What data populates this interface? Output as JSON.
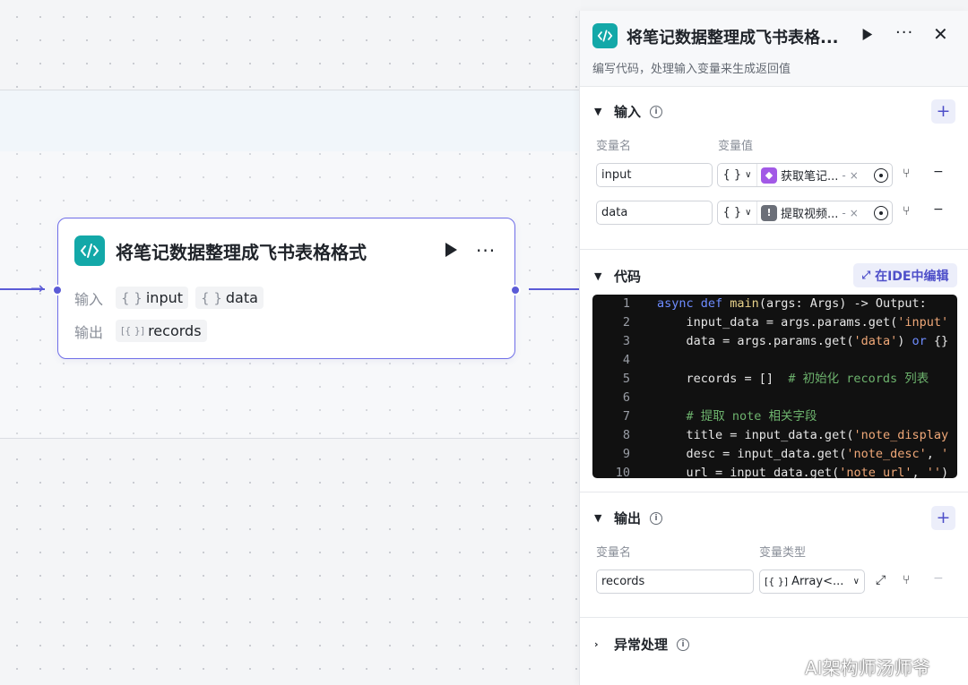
{
  "node": {
    "title": "将笔记数据整理成飞书表格格式",
    "input_label": "输入",
    "output_label": "输出",
    "inputs": [
      "input",
      "data"
    ],
    "outputs": [
      "records"
    ]
  },
  "panel": {
    "title": "将笔记数据整理成飞书表格...",
    "description": "编写代码，处理输入变量来生成返回值",
    "input_section": {
      "title": "输入",
      "col_name": "变量名",
      "col_value": "变量值",
      "rows": [
        {
          "name": "input",
          "type": "{ }",
          "ref": "获取笔记...",
          "ref_sep": "-",
          "ref_color": "#a259e6"
        },
        {
          "name": "data",
          "type": "{ }",
          "ref": "提取视频...",
          "ref_sep": "-",
          "ref_color": "#6b6f78"
        }
      ]
    },
    "code_section": {
      "title": "代码",
      "ide_button": "在IDE中编辑",
      "lines": [
        "1",
        "2",
        "3",
        "4",
        "5",
        "6",
        "7",
        "8",
        "9",
        "10"
      ]
    },
    "output_section": {
      "title": "输出",
      "col_name": "变量名",
      "col_type": "变量类型",
      "row": {
        "name": "records",
        "type": "Array<..."
      }
    },
    "exception_section": {
      "title": "异常处理"
    }
  },
  "watermark": "AI架构师汤师爷"
}
